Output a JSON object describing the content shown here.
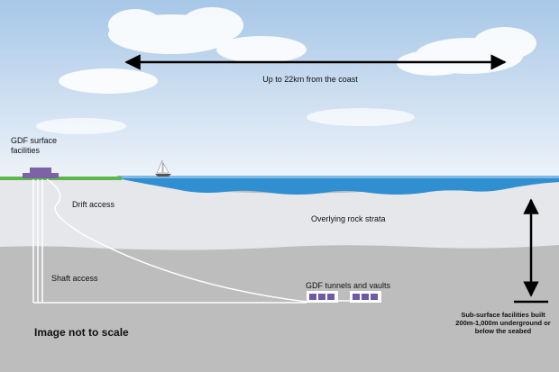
{
  "labels": {
    "distance": "Up to 22km from the coast",
    "gdf_surface": "GDF surface facilities",
    "drift_access": "Drift access",
    "overlying_rock": "Overlying rock strata",
    "shaft_access": "Shaft access",
    "tunnels": "GDF tunnels and vaults",
    "subsurface": "Sub-surface facilities built 200m-1,000m underground or below the seabed",
    "not_to_scale": "Image not to scale"
  },
  "colors": {
    "sky_top": "#a9c9e8",
    "sky_bottom": "#e8f0f8",
    "sea": "#2f8fd0",
    "sea_light": "#7fb9e4",
    "rock_strata": "#e3e6ea",
    "deep_rock": "#bdbdbd",
    "land": "#5cb84a",
    "facility": "#7d62a8",
    "vault": "#6c5aa6",
    "arrow": "#000000",
    "tunnel_line": "#ffffff"
  },
  "icons": [
    "cloud-icon",
    "sailboat-icon",
    "double-arrow-icon",
    "facility-building-icon",
    "vault-icon"
  ]
}
